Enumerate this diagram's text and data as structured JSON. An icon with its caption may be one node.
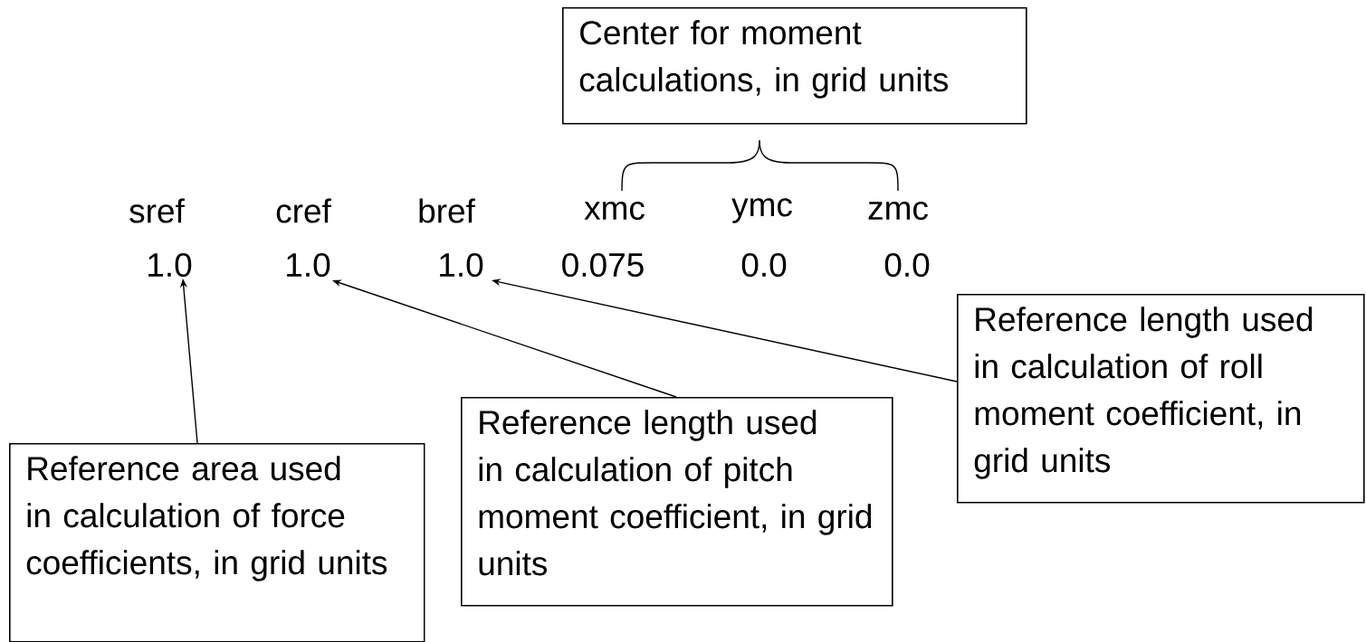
{
  "diagram": {
    "nodes": [
      {
        "text": [
          "Center for moment calculations, in grid units"
        ]
      },
      {
        "text": [
          "1.0"
        ]
      },
      {
        "text": [
          "1.0"
        ]
      },
      {
        "text": [
          "1.0"
        ]
      },
      {
        "text": [
          "Reference length used in calculation of roll moment coefficient, in grid units"
        ]
      },
      {
        "text": [
          "Reference length used in calculation of pitch moment coefficient, in grid units"
        ]
      },
      {
        "text": [
          "Reference area used in calculation of force coefficients, in grid units"
        ]
      }
    ],
    "edges": [
      {
        "from": 6,
        "to": 1,
        "arrow": "to"
      },
      {
        "from": 5,
        "to": 2,
        "arrow": "to"
      },
      {
        "from": 4,
        "to": 3,
        "arrow": "to"
      }
    ],
    "labels": [
      "sref",
      "cref",
      "bref",
      "xmc",
      "ymc",
      "zmc",
      "0.075",
      "0.0",
      "0.0"
    ]
  }
}
